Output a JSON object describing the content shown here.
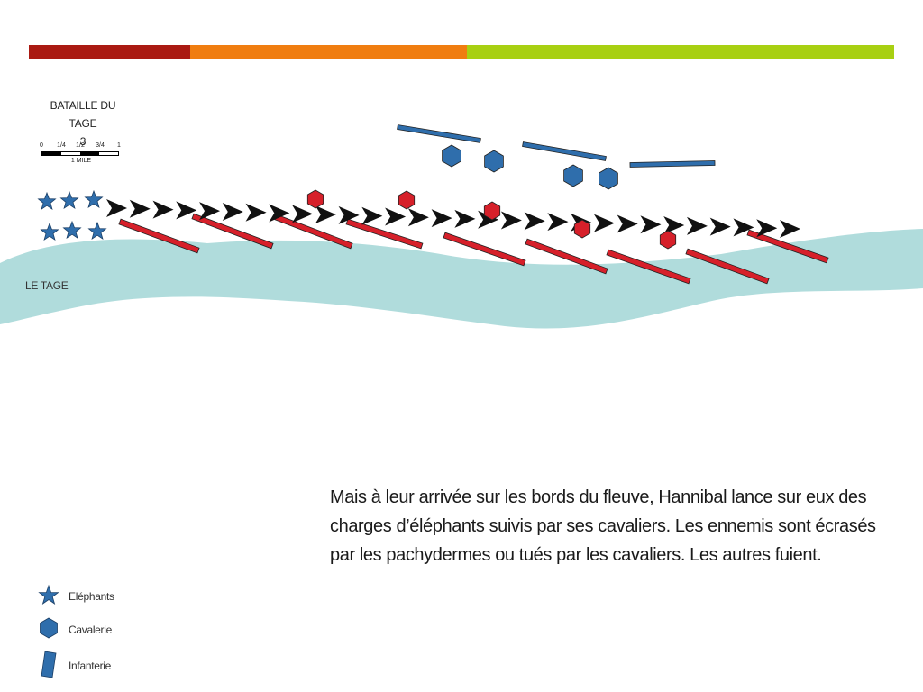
{
  "colors": {
    "bar_red": "#aa1a12",
    "bar_orange": "#f07d10",
    "bar_green": "#a8d012",
    "river": "#b0dcdc",
    "blue_unit": "#2f6eac",
    "red_unit": "#d6202a",
    "arrow": "#111111"
  },
  "map": {
    "title_line1": "BATAILLE DU TAGE",
    "title_line2": "3",
    "scale": {
      "ticks": [
        "0",
        "1/4",
        "1/2",
        "3/4",
        "1"
      ],
      "unit": "1 MILE"
    },
    "river_label": "LE TAGE"
  },
  "caption": "Mais à leur arrivée sur les bords du fleuve, Hannibal lance sur eux des charges d’éléphants suivis par ses cavaliers. Les ennemis sont écrasés par les pachydermes ou tués par les cavaliers. Les autres fuient.",
  "legend": [
    {
      "icon": "star-icon",
      "label": "Eléphants"
    },
    {
      "icon": "hexagon-icon",
      "label": "Cavalerie"
    },
    {
      "icon": "rectangle-icon",
      "label": "Infanterie"
    }
  ]
}
